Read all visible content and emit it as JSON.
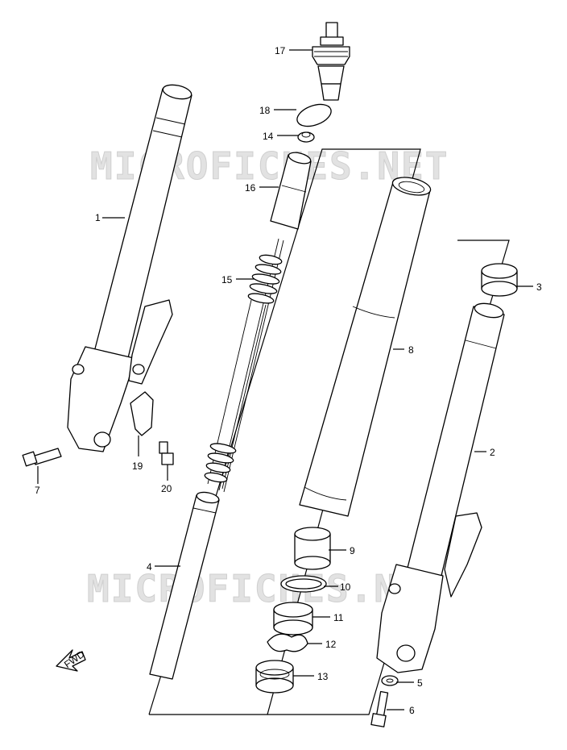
{
  "watermark": "MICROFICHES.NET",
  "fwd_label": "FWD",
  "callouts": {
    "c1": "1",
    "c2": "2",
    "c3": "3",
    "c4": "4",
    "c5": "5",
    "c6": "6",
    "c7": "7",
    "c8": "8",
    "c9": "9",
    "c10": "10",
    "c11": "11",
    "c12": "12",
    "c13": "13",
    "c14": "14",
    "c15": "15",
    "c16": "16",
    "c17": "17",
    "c18": "18",
    "c19": "19",
    "c20": "20"
  }
}
